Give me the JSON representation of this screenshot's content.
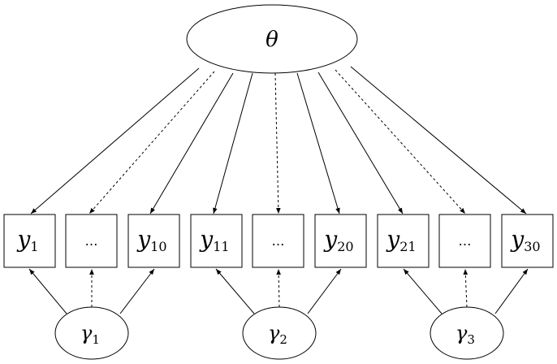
{
  "diagram": {
    "latent_general": {
      "symbol": "θ"
    },
    "latent_specific": [
      {
        "symbol": "γ",
        "subscript": "1"
      },
      {
        "symbol": "γ",
        "subscript": "2"
      },
      {
        "symbol": "γ",
        "subscript": "3"
      }
    ],
    "indicators": [
      {
        "symbol": "y",
        "subscript": "1"
      },
      {
        "symbol": "…",
        "subscript": ""
      },
      {
        "symbol": "y",
        "subscript": "10"
      },
      {
        "symbol": "y",
        "subscript": "11"
      },
      {
        "symbol": "…",
        "subscript": ""
      },
      {
        "symbol": "y",
        "subscript": "20"
      },
      {
        "symbol": "y",
        "subscript": "21"
      },
      {
        "symbol": "…",
        "subscript": ""
      },
      {
        "symbol": "y",
        "subscript": "30"
      }
    ],
    "edge_styles": {
      "general_to_indicator": [
        "solid",
        "dashed",
        "solid",
        "solid",
        "dashed",
        "solid",
        "solid",
        "dashed",
        "solid"
      ],
      "specific_to_indicator": [
        "solid",
        "dashed",
        "solid"
      ]
    }
  }
}
